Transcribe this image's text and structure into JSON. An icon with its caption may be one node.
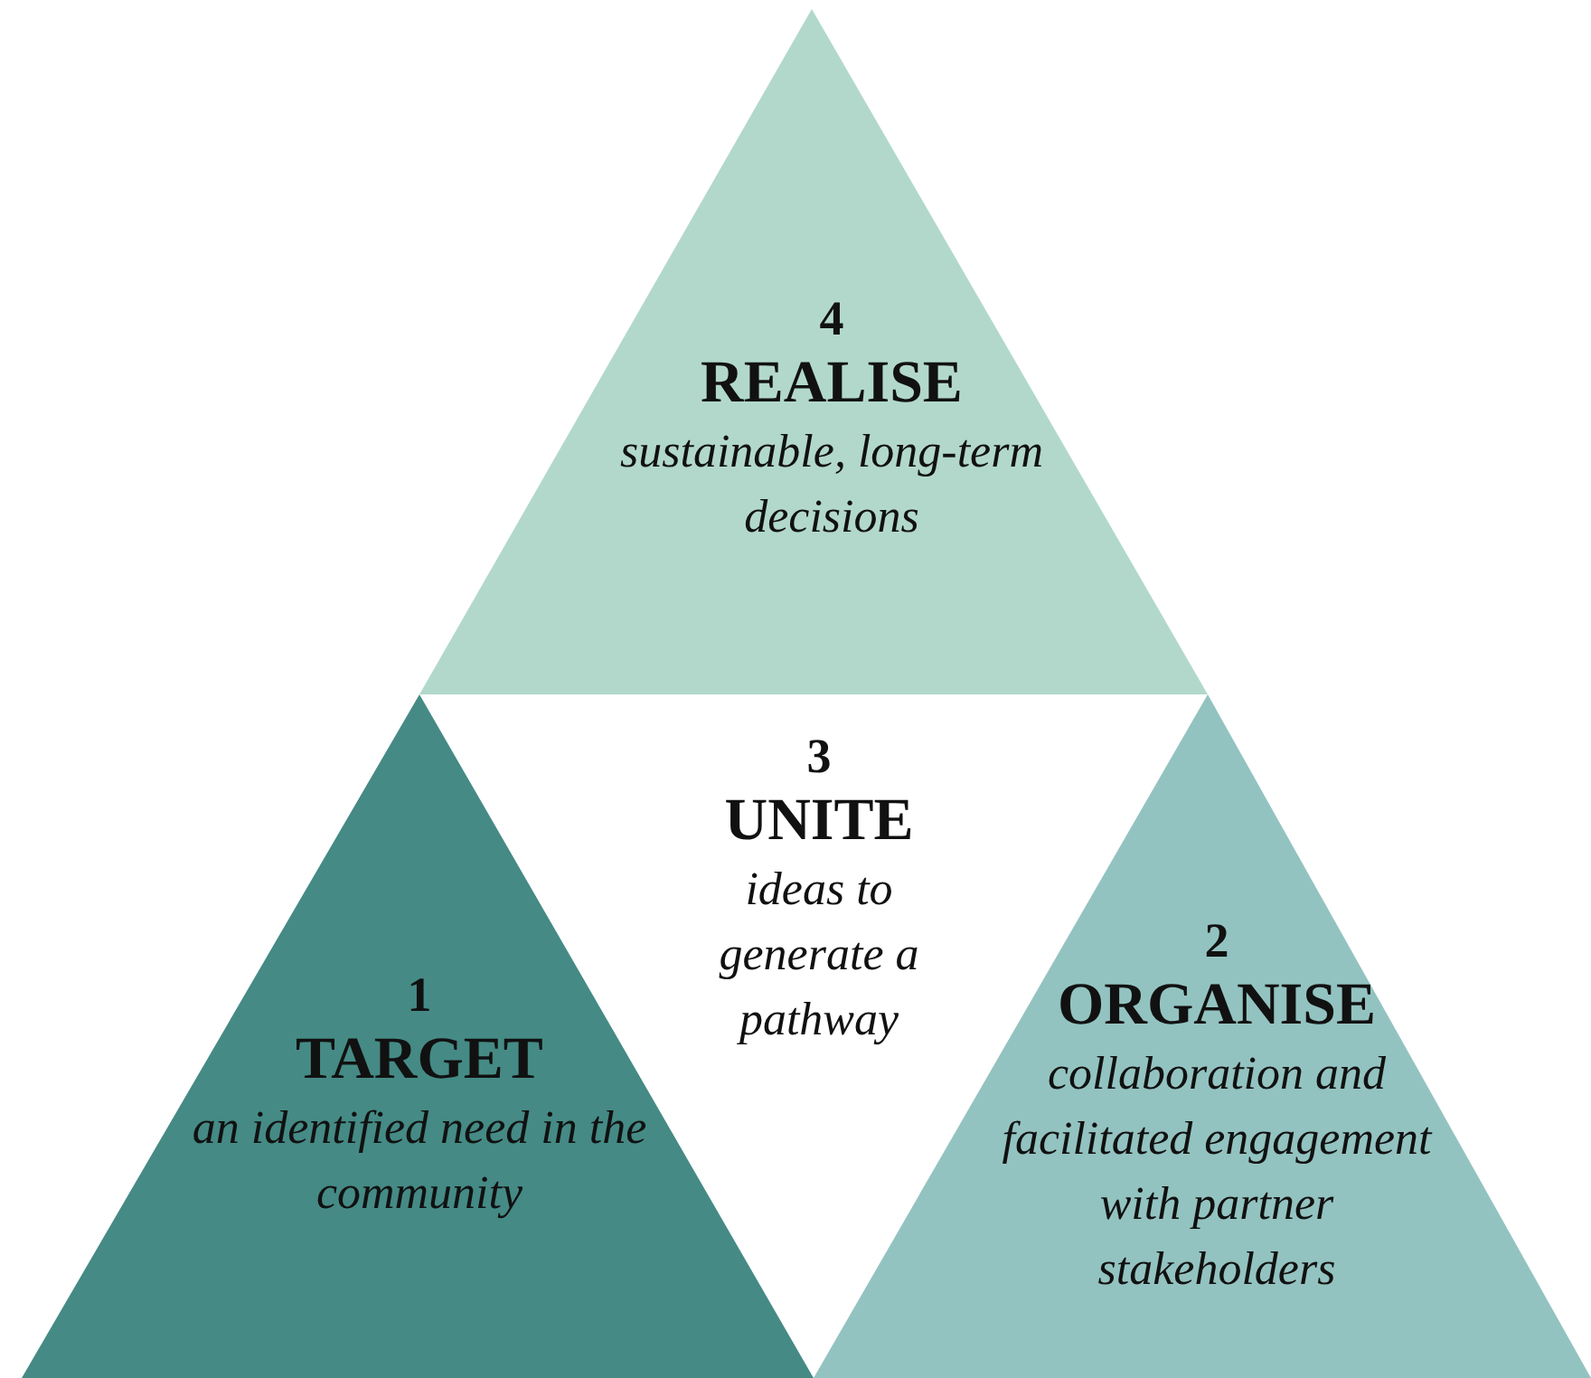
{
  "diagram": {
    "nodes": [
      {
        "text": [
          "4",
          "REALISE",
          "sustainable, long-term decisions"
        ]
      },
      {
        "text": [
          "3",
          "UNITE",
          "ideas to generate a pathway"
        ]
      },
      {
        "text": [
          "1",
          "TARGET",
          "an identified need in the community"
        ]
      },
      {
        "text": [
          "2",
          "ORGANISE",
          "collaboration and facilitated engagement with partner stakeholders"
        ]
      }
    ]
  }
}
